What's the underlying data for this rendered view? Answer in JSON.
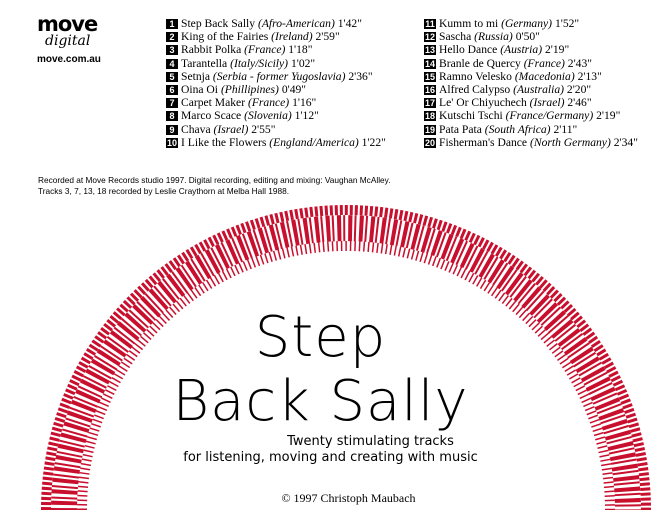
{
  "logo": {
    "brand": "move",
    "sub": "digital",
    "url": "move.com.au"
  },
  "tracks": [
    {
      "n": "1",
      "title": "Step Back Sally",
      "origin": "(Afro-American)",
      "time": "1'42\""
    },
    {
      "n": "2",
      "title": "King of the Fairies",
      "origin": "(Ireland)",
      "time": "2'59\""
    },
    {
      "n": "3",
      "title": "Rabbit Polka",
      "origin": "(France)",
      "time": "1'18\""
    },
    {
      "n": "4",
      "title": "Tarantella",
      "origin": "(Italy/Sicily)",
      "time": "1'02\""
    },
    {
      "n": "5",
      "title": "Setnja",
      "origin": "(Serbia - former Yugoslavia)",
      "time": "2'36\""
    },
    {
      "n": "6",
      "title": "Oina Oi",
      "origin": "(Phillipines)",
      "time": "0'49\""
    },
    {
      "n": "7",
      "title": "Carpet Maker",
      "origin": "(France)",
      "time": "1'16\""
    },
    {
      "n": "8",
      "title": "Marco Scace",
      "origin": "(Slovenia)",
      "time": "1'12\""
    },
    {
      "n": "9",
      "title": "Chava",
      "origin": "(Israel)",
      "time": "2'55\""
    },
    {
      "n": "10",
      "title": "I Like the Flowers",
      "origin": "(England/America)",
      "time": "1'22\""
    },
    {
      "n": "11",
      "title": "Kumm to mi",
      "origin": "(Germany)",
      "time": "1'52\""
    },
    {
      "n": "12",
      "title": "Sascha",
      "origin": "(Russia)",
      "time": "0'50\""
    },
    {
      "n": "13",
      "title": "Hello Dance",
      "origin": "(Austria)",
      "time": "2'19\""
    },
    {
      "n": "14",
      "title": "Branle de Quercy",
      "origin": "(France)",
      "time": "2'43\""
    },
    {
      "n": "15",
      "title": "Ramno Velesko",
      "origin": "(Macedonia)",
      "time": "2'13\""
    },
    {
      "n": "16",
      "title": "Alfred Calypso",
      "origin": "(Australia)",
      "time": "2'20\""
    },
    {
      "n": "17",
      "title": "Le' Or Chiyuchech",
      "origin": "(Israel)",
      "time": "2'46\""
    },
    {
      "n": "18",
      "title": "Kutschi Tschi",
      "origin": "(France/Germany)",
      "time": "2'19\""
    },
    {
      "n": "19",
      "title": "Pata Pata",
      "origin": "(South Africa)",
      "time": "2'11\""
    },
    {
      "n": "20",
      "title": "Fisherman's Dance",
      "origin": "(North Germany)",
      "time": "2'34\""
    }
  ],
  "credits": [
    "Recorded at Move Records studio 1997. Digital recording, editing and mixing: Vaughan McAlley.",
    "Tracks 3, 7, 13, 18 recorded by Leslie Craythorn at Melba Hall 1988."
  ],
  "cover": {
    "title_line1": "Step",
    "title_line2": "Back Sally",
    "subtitle_line1": "Twenty stimulating tracks",
    "subtitle_line2": "for listening, moving and creating with music",
    "copyright": "© 1997 Christoph Maubach",
    "ring_color": "#c8102e"
  }
}
